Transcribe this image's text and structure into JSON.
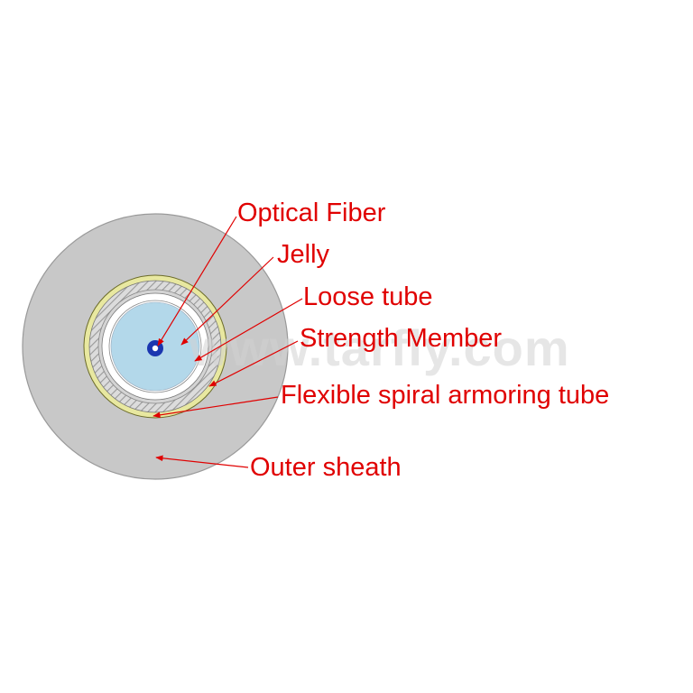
{
  "labels": {
    "optical_fiber": "Optical Fiber",
    "jelly": "Jelly",
    "loose_tube": "Loose tube",
    "strength_member": "Strength Member",
    "armoring_tube": "Flexible spiral armoring tube",
    "outer_sheath": "Outer sheath"
  },
  "watermark": "www.tarfly.com",
  "colors": {
    "label_text": "#e00000",
    "leader_line": "#e00000",
    "outer_sheath": "#c8c8c8",
    "armor_stripe": "#e8e8a0",
    "armor_hatch_bg": "#dcdcdc",
    "armor_hatch_line": "#9a9a9a",
    "strength_member": "#d4d4d4",
    "loose_tube": "#ffffff",
    "jelly": "#b3d8ea",
    "fiber_outer": "#1a36b0",
    "fiber_core": "#ffffff"
  }
}
